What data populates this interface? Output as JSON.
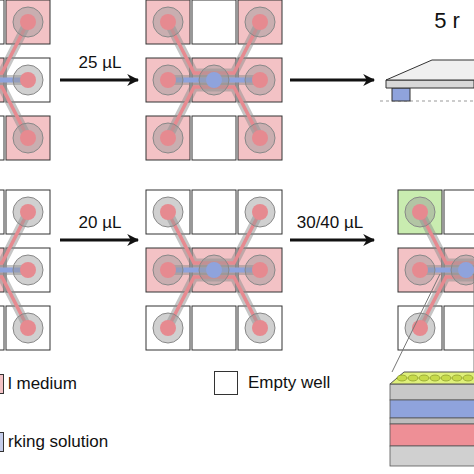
{
  "diagram": {
    "labels": [
      "25 µL",
      "5 r",
      "20 µL",
      "30/40 µL"
    ],
    "legend": [
      {
        "text": "l medium",
        "color": "#f3c2c5"
      },
      {
        "text": "Empty well",
        "color": "#ffffff"
      },
      {
        "text": "rking solution",
        "color": "#c5cdea"
      }
    ]
  }
}
